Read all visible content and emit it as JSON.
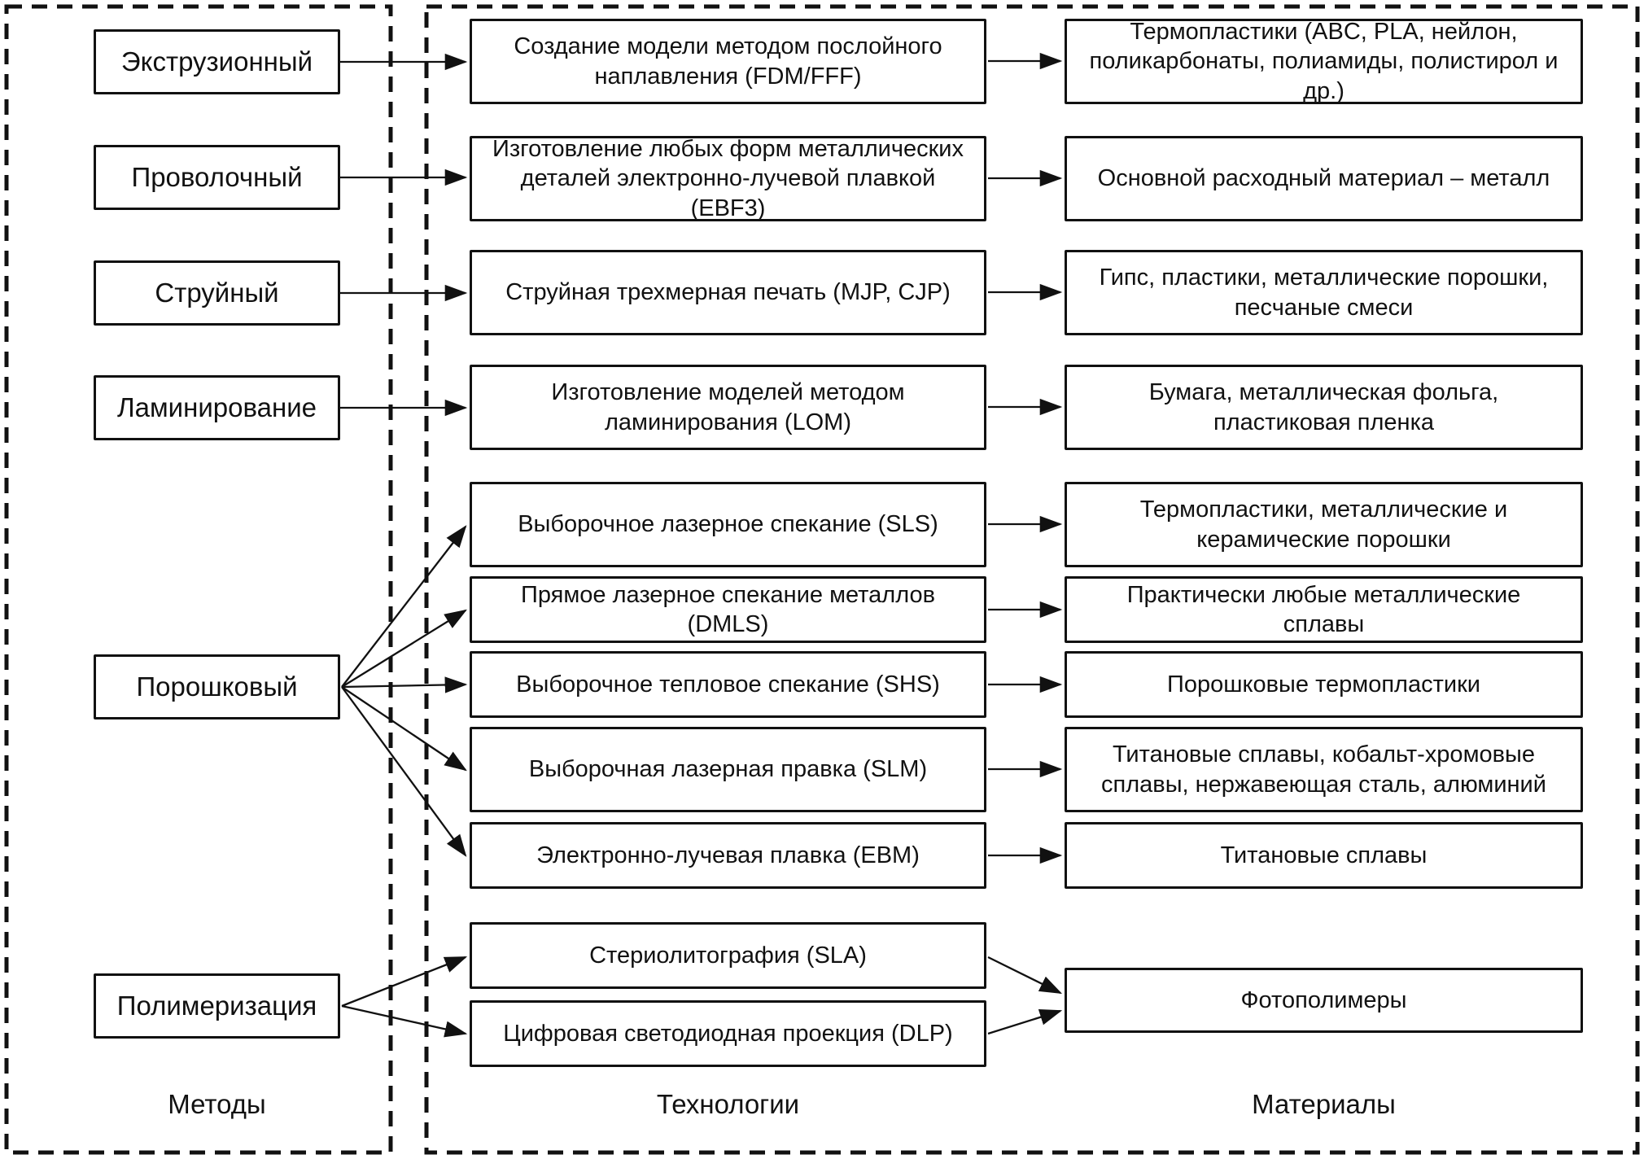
{
  "diagram": {
    "title_implicit": "Методы, технологии и материалы 3D-печати",
    "colors": {
      "stroke": "#111111",
      "background": "#ffffff"
    },
    "methods": {
      "footer": "Методы",
      "items": [
        {
          "label": "Экструзионный"
        },
        {
          "label": "Проволочный"
        },
        {
          "label": "Струйный"
        },
        {
          "label": "Ламинирование"
        },
        {
          "label": "Порошковый"
        },
        {
          "label": "Полимеризация"
        }
      ]
    },
    "technologies": {
      "footer": "Технологии",
      "items": [
        {
          "label": "Создание модели методом послойного наплавления (FDM/FFF)"
        },
        {
          "label": "Изготовление любых форм металлических деталей электронно-лучевой плавкой (EBF3)"
        },
        {
          "label": "Струйная трехмерная печать (MJP, CJP)"
        },
        {
          "label": "Изготовление моделей методом ламинирования (LOM)"
        },
        {
          "label": "Выборочное лазерное спекание (SLS)"
        },
        {
          "label": "Прямое лазерное спекание металлов (DMLS)"
        },
        {
          "label": "Выборочное тепловое спекание (SHS)"
        },
        {
          "label": "Выборочная лазерная правка (SLM)"
        },
        {
          "label": "Электронно-лучевая плавка (EBM)"
        },
        {
          "label": "Стериолитография (SLA)"
        },
        {
          "label": "Цифровая светодиодная проекция (DLP)"
        }
      ]
    },
    "materials": {
      "footer": "Материалы",
      "items": [
        {
          "label": "Термопластики (ABC, PLA, нейлон, поликарбонаты, полиамиды, полистирол и др.)"
        },
        {
          "label": "Основной расходный материал – металл"
        },
        {
          "label": "Гипс, пластики, металлические порошки, песчаные смеси"
        },
        {
          "label": "Бумага, металлическая фольга, пластиковая пленка"
        },
        {
          "label": "Термопластики, металлические и керамические порошки"
        },
        {
          "label": "Практически любые металлические сплавы"
        },
        {
          "label": "Порошковые термопластики"
        },
        {
          "label": "Титановые сплавы, кобальт-хромовые сплавы, нержавеющая сталь, алюминий"
        },
        {
          "label": "Титановые сплавы"
        },
        {
          "label": "Фотополимеры"
        }
      ]
    },
    "links": {
      "method_to_technology": [
        [
          0,
          [
            0
          ]
        ],
        [
          1,
          [
            1
          ]
        ],
        [
          2,
          [
            2
          ]
        ],
        [
          3,
          [
            3
          ]
        ],
        [
          4,
          [
            4,
            5,
            6,
            7,
            8
          ]
        ],
        [
          5,
          [
            9,
            10
          ]
        ]
      ],
      "technology_to_material": [
        [
          0,
          0
        ],
        [
          1,
          1
        ],
        [
          2,
          2
        ],
        [
          3,
          3
        ],
        [
          4,
          4
        ],
        [
          5,
          5
        ],
        [
          6,
          6
        ],
        [
          7,
          7
        ],
        [
          8,
          8
        ],
        [
          9,
          9
        ],
        [
          10,
          9
        ]
      ]
    }
  }
}
